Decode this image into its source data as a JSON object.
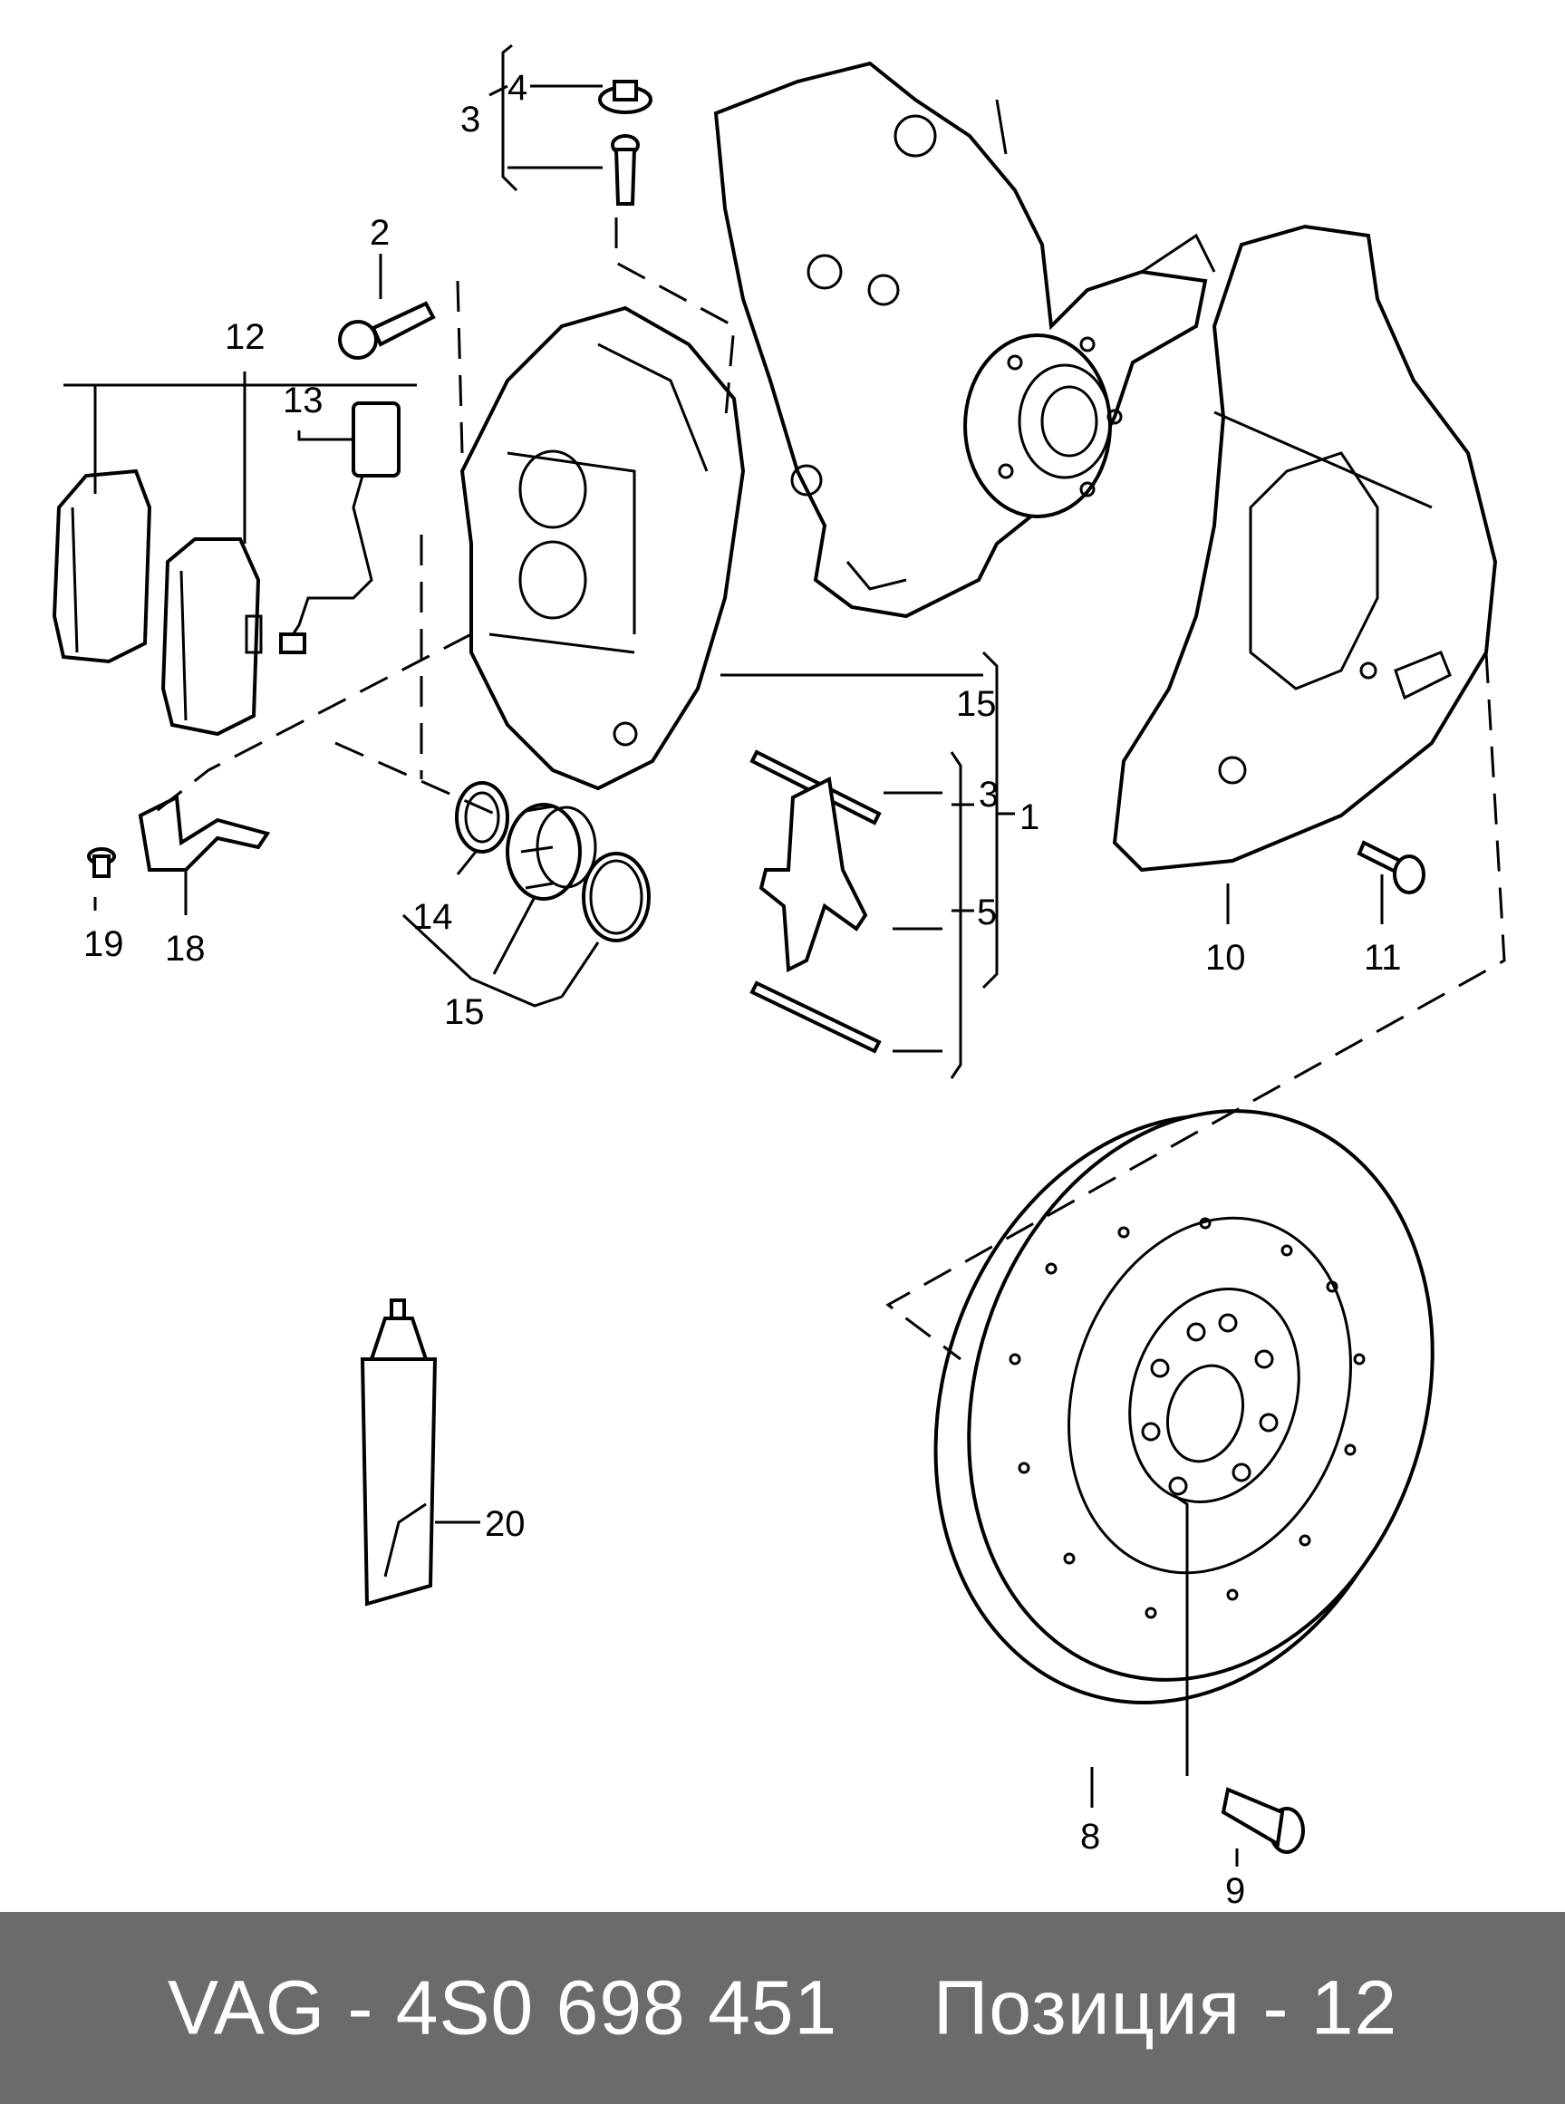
{
  "labels": {
    "l1": "1",
    "l2": "2",
    "l3a": "3",
    "l3b": "3",
    "l4": "4",
    "l5": "5",
    "l8": "8",
    "l9": "9",
    "l10": "10",
    "l11": "11",
    "l12": "12",
    "l13": "13",
    "l14": "14",
    "l15a": "15",
    "l15b": "15",
    "l18": "18",
    "l19": "19",
    "l20": "20"
  },
  "footer": {
    "part_number": "VAG - 4S0 698 451",
    "position": "Позиция - 12"
  },
  "colors": {
    "footer_bg": "#6b6b6b",
    "footer_text": "#ffffff",
    "line": "#000000"
  }
}
